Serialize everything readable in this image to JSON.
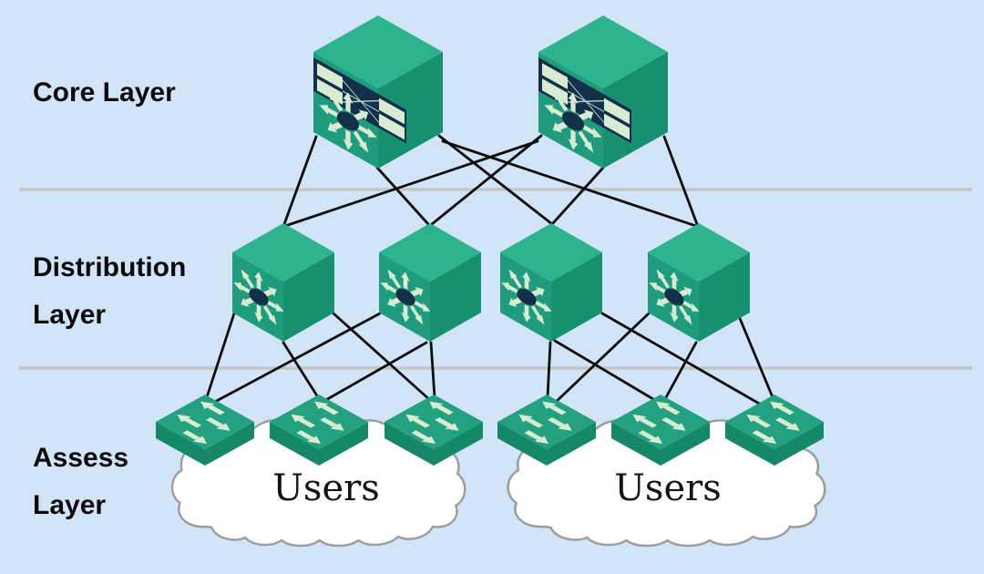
{
  "diagram": {
    "type": "network-topology-three-tier",
    "layers": [
      {
        "id": "core",
        "label": "Core Layer",
        "node_type": "multilayer-core-switch",
        "node_count": 2,
        "nodes": [
          "core-1",
          "core-2"
        ]
      },
      {
        "id": "distribution",
        "label": "Distribution\nLayer",
        "node_type": "multilayer-switch",
        "node_count": 4,
        "nodes": [
          "dist-1",
          "dist-2",
          "dist-3",
          "dist-4"
        ]
      },
      {
        "id": "access",
        "label": "Assess\nLayer",
        "node_type": "workgroup-switch",
        "node_count": 6,
        "nodes": [
          "access-1",
          "access-2",
          "access-3",
          "access-4",
          "access-5",
          "access-6"
        ]
      }
    ],
    "clouds": [
      {
        "id": "users-cloud-1",
        "label": "Users",
        "connected_access_switches": [
          "access-1",
          "access-2",
          "access-3"
        ]
      },
      {
        "id": "users-cloud-2",
        "label": "Users",
        "connected_access_switches": [
          "access-4",
          "access-5",
          "access-6"
        ]
      }
    ],
    "edges": [
      [
        "core-1",
        "dist-1"
      ],
      [
        "core-1",
        "dist-2"
      ],
      [
        "core-1",
        "dist-3"
      ],
      [
        "core-1",
        "dist-4"
      ],
      [
        "core-2",
        "dist-1"
      ],
      [
        "core-2",
        "dist-2"
      ],
      [
        "core-2",
        "dist-3"
      ],
      [
        "core-2",
        "dist-4"
      ],
      [
        "dist-1",
        "access-1"
      ],
      [
        "dist-1",
        "access-2"
      ],
      [
        "dist-1",
        "access-3"
      ],
      [
        "dist-2",
        "access-1"
      ],
      [
        "dist-2",
        "access-2"
      ],
      [
        "dist-2",
        "access-3"
      ],
      [
        "dist-3",
        "access-4"
      ],
      [
        "dist-3",
        "access-5"
      ],
      [
        "dist-3",
        "access-6"
      ],
      [
        "dist-4",
        "access-4"
      ],
      [
        "dist-4",
        "access-5"
      ],
      [
        "dist-4",
        "access-6"
      ]
    ],
    "colors": {
      "background": "#d2e4f7",
      "switch_top": "#2eb38f",
      "switch_front": "#1f9c7e",
      "switch_side": "#17906f",
      "icon_navy": "#13304a",
      "icon_pale_green": "#d8ecd2",
      "link_line": "#0d0d0d",
      "layer_divider": "#c6c6c6",
      "cloud_fill": "#ffffff",
      "cloud_border": "#9e9e9e",
      "label_text": "#0a0a0a"
    }
  }
}
